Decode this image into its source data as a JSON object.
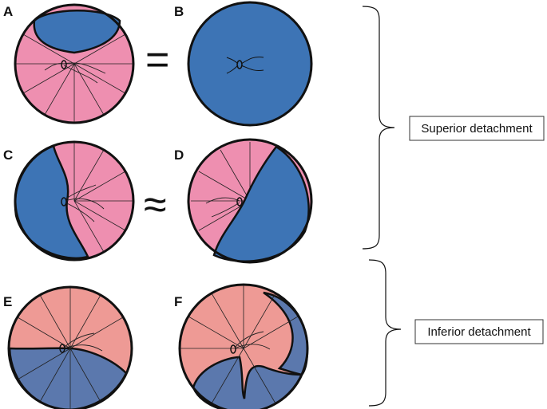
{
  "panels": [
    {
      "letter": "A",
      "state": "superior detachment, top lens-shaped region"
    },
    {
      "letter": "B",
      "state": "fully detached"
    },
    {
      "letter": "C",
      "state": "left detachment"
    },
    {
      "letter": "D",
      "state": "right detachment"
    },
    {
      "letter": "E",
      "state": "inferior half detachment"
    },
    {
      "letter": "F",
      "state": "inferior with rim tongue"
    }
  ],
  "relations": {
    "equals": "=",
    "approx": "≈"
  },
  "groups": {
    "superior": "Superior detachment",
    "inferior": "Inferior detachment"
  },
  "colors": {
    "attached_pink": "#ee8fb0",
    "attached_salmon": "#ee9a95",
    "detached_blue": "#3d74b5",
    "detached_slate": "#5b78ad",
    "outline": "#111111"
  }
}
